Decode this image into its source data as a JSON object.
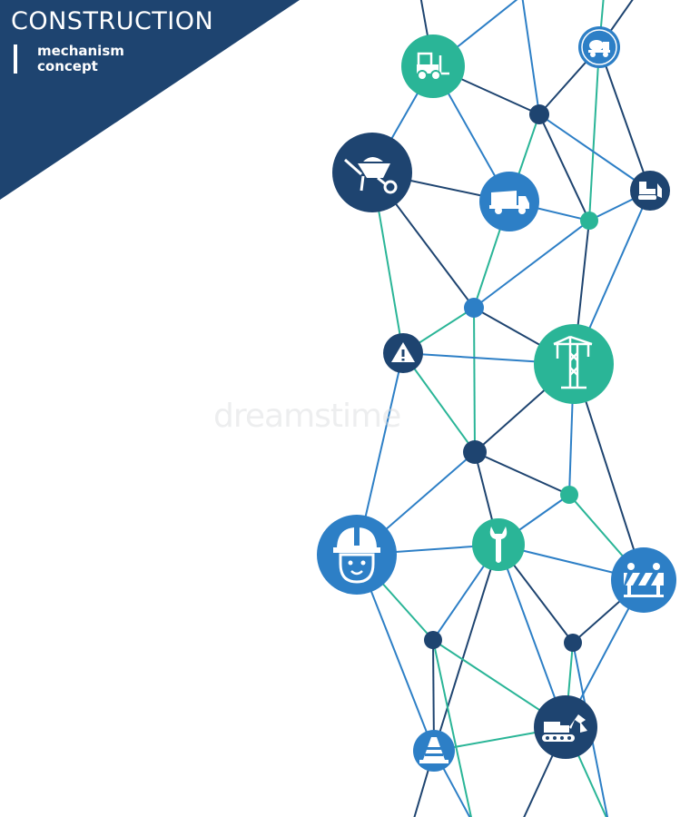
{
  "header": {
    "title": "CONSTRUCTION",
    "subtitle_line1": "mechanism",
    "subtitle_line2": "concept"
  },
  "watermark": "dreamstime",
  "colors": {
    "navy": "#1e4470",
    "blue": "#2d7fc6",
    "teal": "#2ab597",
    "dark_node": "#1e4470"
  },
  "icons": [
    {
      "id": "forklift",
      "icon": "forklift-icon",
      "color": "teal"
    },
    {
      "id": "mixer",
      "icon": "concrete-mixer-icon",
      "color": "blue"
    },
    {
      "id": "wheelbarrow",
      "icon": "wheelbarrow-icon",
      "color": "navy"
    },
    {
      "id": "truck",
      "icon": "dump-truck-icon",
      "color": "blue"
    },
    {
      "id": "bulldozer",
      "icon": "bulldozer-icon",
      "color": "navy"
    },
    {
      "id": "warning",
      "icon": "warning-icon",
      "color": "navy"
    },
    {
      "id": "crane",
      "icon": "crane-icon",
      "color": "teal"
    },
    {
      "id": "worker",
      "icon": "worker-helmet-icon",
      "color": "blue"
    },
    {
      "id": "wrench",
      "icon": "wrench-icon",
      "color": "teal"
    },
    {
      "id": "barrier",
      "icon": "road-barrier-icon",
      "color": "blue"
    },
    {
      "id": "excavator",
      "icon": "excavator-icon",
      "color": "navy"
    },
    {
      "id": "cone",
      "icon": "traffic-cone-icon",
      "color": "blue"
    }
  ]
}
